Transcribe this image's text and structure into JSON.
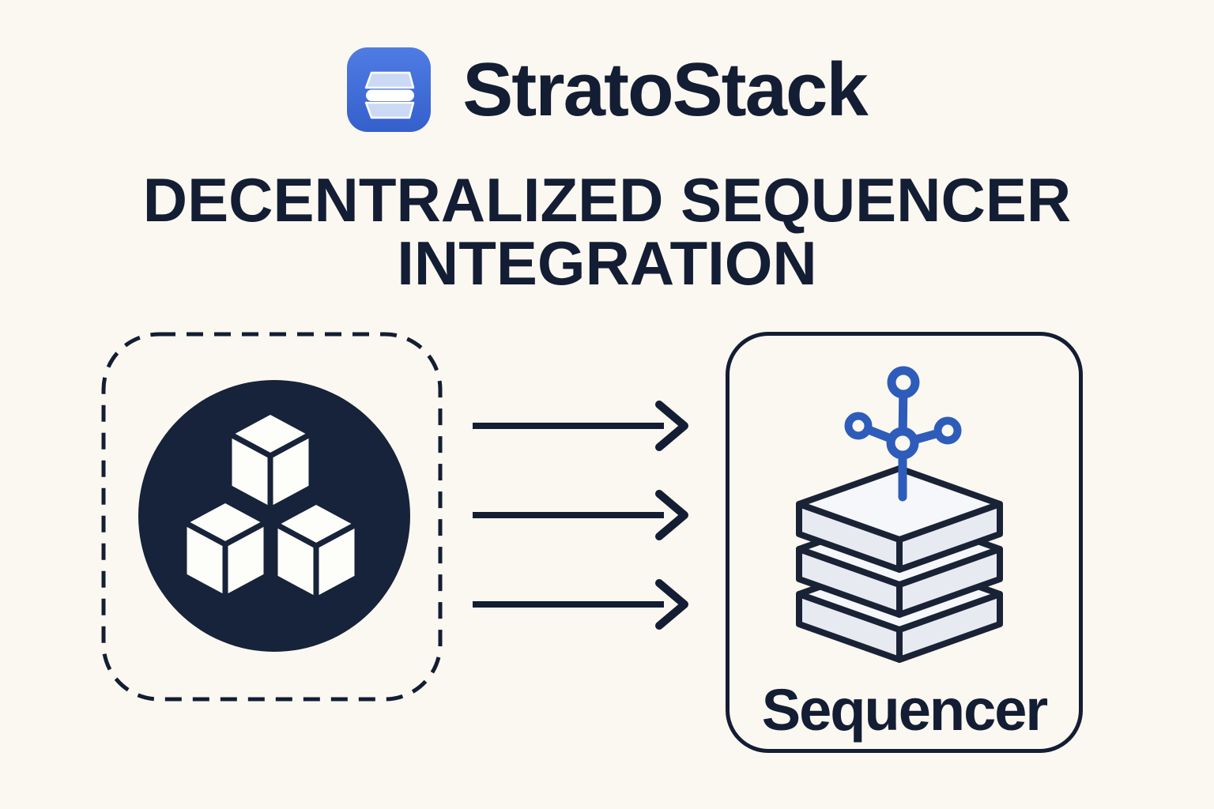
{
  "header": {
    "logo_text": "StratoStack",
    "logo_icon": "stratostack-layers-icon"
  },
  "title": {
    "line1": "DECENTRALIZED SEQUENCER",
    "line2": "INTEGRATION"
  },
  "diagram": {
    "source": {
      "icon": "blockchain-cubes-icon",
      "border_style": "dashed",
      "cube_count": 3
    },
    "arrows": {
      "count": 3,
      "direction": "right"
    },
    "target": {
      "icon": "sequencer-node-stack-icon",
      "label": "Sequencer",
      "layer_count": 3
    }
  },
  "colors": {
    "background": "#fbf8f1",
    "navy": "#131d33",
    "circle_navy": "#16233a",
    "outline_navy": "#1a2236",
    "network_blue": "#2e5cba",
    "logo_blue_light": "#4f7ce3",
    "logo_blue_dark": "#3560cc",
    "logo_inner": "#ccd9f4",
    "white": "#ffffff",
    "slab_top": "#f6f7fa",
    "slab_side": "#e8eaf1",
    "cube_face": "#fdfdf9"
  }
}
